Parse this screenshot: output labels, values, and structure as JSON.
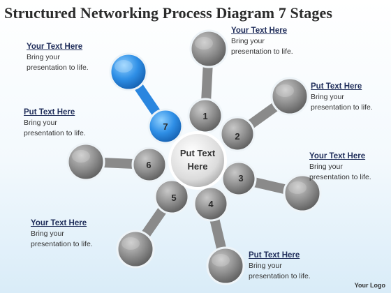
{
  "title": "Structured Networking Process Diagram 7 Stages",
  "hub": {
    "line1": "Put Text",
    "line2": "Here"
  },
  "stages": [
    {
      "number": "1",
      "color": "gray"
    },
    {
      "number": "2",
      "color": "gray"
    },
    {
      "number": "3",
      "color": "gray"
    },
    {
      "number": "4",
      "color": "gray"
    },
    {
      "number": "5",
      "color": "gray"
    },
    {
      "number": "6",
      "color": "gray"
    },
    {
      "number": "7",
      "color": "blue"
    }
  ],
  "callouts": [
    {
      "heading": "Your Text Here",
      "body": "Bring your\npresentation to life."
    },
    {
      "heading": "Put Text Here",
      "body": "Bring your\npresentation to life."
    },
    {
      "heading": "Your Text Here",
      "body": "Bring your\npresentation to life."
    },
    {
      "heading": "Put Text Here",
      "body": "Bring your\npresentation to life."
    },
    {
      "heading": "Your Text Here",
      "body": "Bring your\npresentation to life."
    },
    {
      "heading": "Put Text Here",
      "body": "Bring your\npresentation to life."
    },
    {
      "heading": "Your Text Here",
      "body": "Bring your\npresentation to life."
    }
  ],
  "logo": "Your Logo",
  "colors": {
    "gray": "#8f8f8f",
    "blue": "#2f8fe6",
    "title": "#2b2b2b",
    "heading": "#1f2d5a"
  }
}
